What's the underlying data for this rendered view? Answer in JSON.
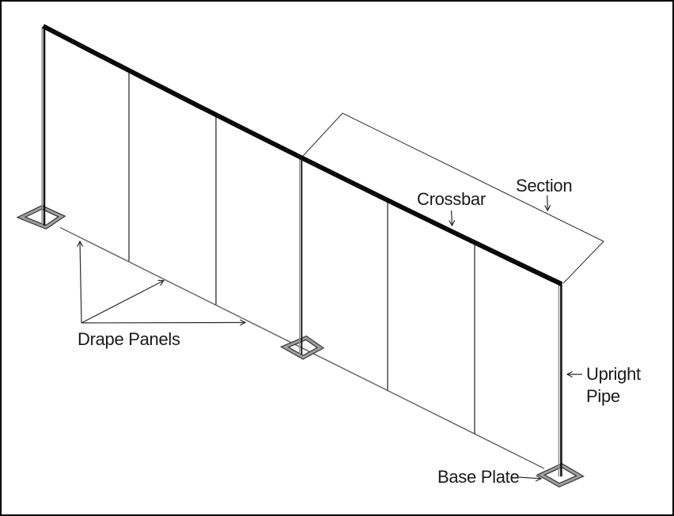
{
  "diagram": {
    "subject": "pipe-and-drape-wall-isometric",
    "labels": {
      "crossbar": "Crossbar",
      "section": "Section",
      "drape_panels": "Drape Panels",
      "upright_line1": "Upright",
      "upright_line2": "Pipe",
      "base_plate": "Base Plate"
    },
    "structure": {
      "upright_pipe_count": 3,
      "base_plate_count": 3,
      "panel_divider_count": 4,
      "drape_panels_per_section": 3,
      "section_count": 2
    },
    "colors": {
      "background": "#ffffff",
      "border": "#000000",
      "crossbar_line": "#0a0a0a",
      "divider_line": "#575757",
      "bottom_edge_line": "#6a6a6a",
      "section_outline": "#373737",
      "pipe_dark": "#141414",
      "pipe_highlight": "#8f8f8f",
      "plate_edge": "#3d3d3d",
      "plate_gray": "#a0a0a0",
      "text": "#1a1a1a",
      "leader_arrow": "#2b2b2b"
    }
  }
}
